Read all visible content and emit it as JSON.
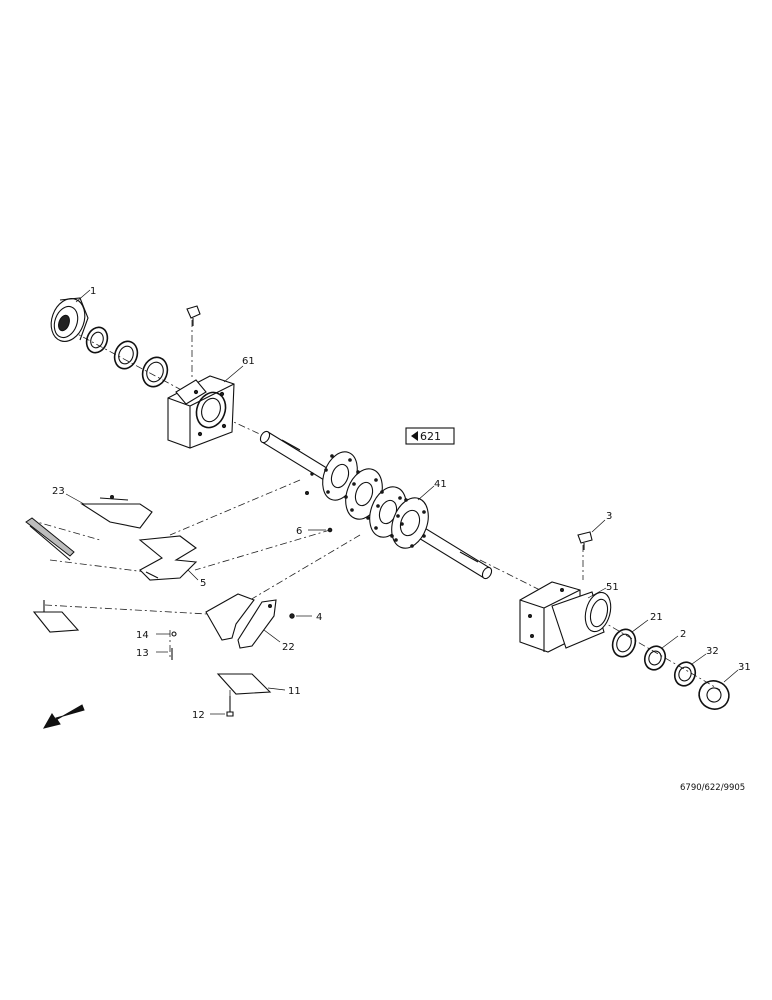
{
  "labels": {
    "1": "1",
    "2": "2",
    "3": "3",
    "4": "4",
    "5": "5",
    "6": "6",
    "11": "11",
    "12": "12",
    "13": "13",
    "14": "14",
    "21": "21",
    "22": "22",
    "23": "23",
    "31": "31",
    "32": "32",
    "41": "41",
    "51": "51",
    "61": "61"
  },
  "ref_box": "621",
  "drawing_number": "6790/622/9905"
}
